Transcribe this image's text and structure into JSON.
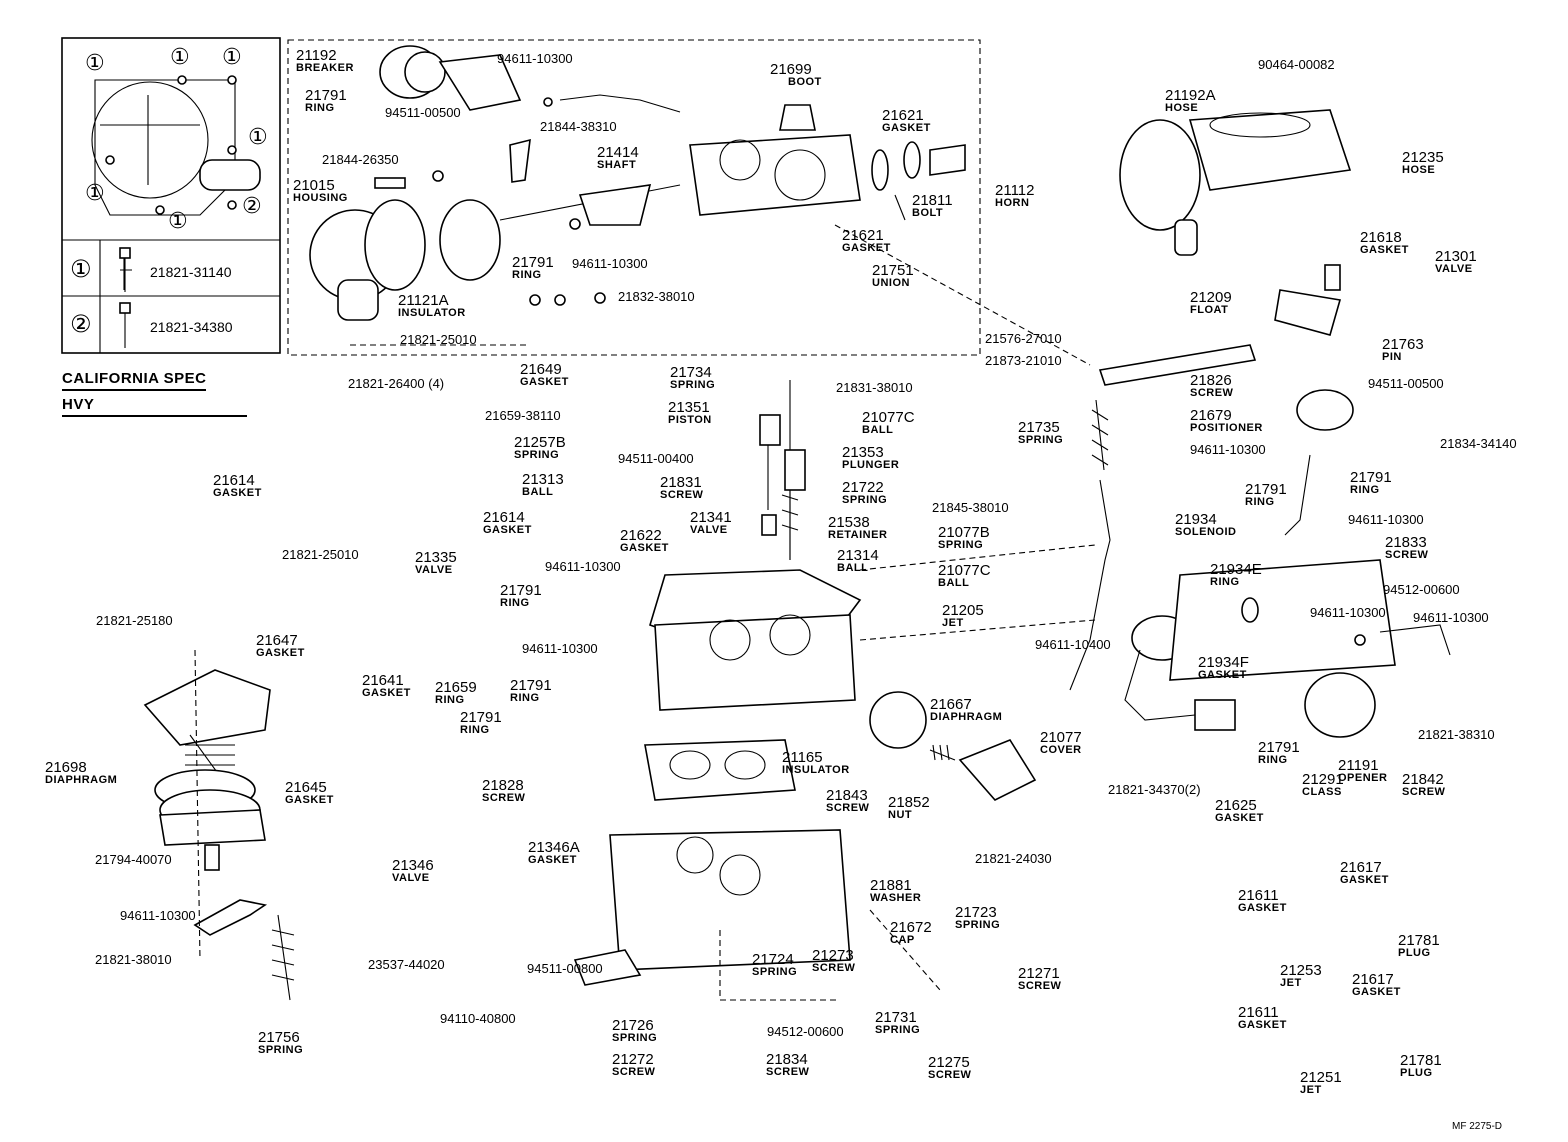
{
  "inset": {
    "mark_1": "①",
    "mark_2": "②",
    "legend": [
      {
        "mark": "①",
        "part_no": "21821-31140"
      },
      {
        "mark": "②",
        "part_no": "21821-34380"
      }
    ]
  },
  "notes": {
    "spec": "CALIFORNIA SPEC",
    "hvy": "HVY",
    "code": "MF  2275-D"
  },
  "labels": {
    "l01": {
      "num": "21192",
      "name": "BREAKER"
    },
    "l02": {
      "num": "21791",
      "name": "RING"
    },
    "l03": {
      "num": "21699",
      "name": "BOOT"
    },
    "l04": {
      "num": "21621",
      "name": "GASKET"
    },
    "l05": {
      "num": "21414",
      "name": "SHAFT"
    },
    "l06": {
      "num": "21015",
      "name": "HOUSING"
    },
    "l07": {
      "num": "21811",
      "name": "BOLT"
    },
    "l08": {
      "num": "21112",
      "name": "HORN"
    },
    "l09": {
      "num": "21621",
      "name": "GASKET"
    },
    "l10": {
      "num": "21791",
      "name": "RING"
    },
    "l11": {
      "num": "21751",
      "name": "UNION"
    },
    "l12": {
      "num": "21121A",
      "name": "INSULATOR"
    },
    "l13": {
      "num": "21192A",
      "name": "HOSE"
    },
    "l14": {
      "num": "21235",
      "name": "HOSE"
    },
    "l15": {
      "num": "21618",
      "name": "GASKET"
    },
    "l16": {
      "num": "21301",
      "name": "VALVE"
    },
    "l17": {
      "num": "21209",
      "name": "FLOAT"
    },
    "l18": {
      "num": "21763",
      "name": "PIN"
    },
    "l19": {
      "num": "21649",
      "name": "GASKET"
    },
    "l20": {
      "num": "21734",
      "name": "SPRING"
    },
    "l21": {
      "num": "21351",
      "name": "PISTON"
    },
    "l22": {
      "num": "21077C",
      "name": "BALL"
    },
    "l23": {
      "num": "21257B",
      "name": "SPRING"
    },
    "l24": {
      "num": "21353",
      "name": "PLUNGER"
    },
    "l25": {
      "num": "21313",
      "name": "BALL"
    },
    "l26": {
      "num": "21831",
      "name": "SCREW"
    },
    "l27": {
      "num": "21722",
      "name": "SPRING"
    },
    "l28": {
      "num": "21341",
      "name": "VALVE"
    },
    "l29": {
      "num": "21538",
      "name": "RETAINER"
    },
    "l30": {
      "num": "21077B",
      "name": "SPRING"
    },
    "l31": {
      "num": "21314",
      "name": "BALL"
    },
    "l32": {
      "num": "21077C",
      "name": "BALL"
    },
    "l33": {
      "num": "21205",
      "name": "JET"
    },
    "l34": {
      "num": "21622",
      "name": "GASKET"
    },
    "l35": {
      "num": "21614",
      "name": "GASKET"
    },
    "l36": {
      "num": "21614",
      "name": "GASKET"
    },
    "l37": {
      "num": "21335",
      "name": "VALVE"
    },
    "l38": {
      "num": "21641",
      "name": "GASKET"
    },
    "l39": {
      "num": "21659",
      "name": "RING"
    },
    "l40": {
      "num": "21791",
      "name": "RING"
    },
    "l41": {
      "num": "21791",
      "name": "RING"
    },
    "l42": {
      "num": "21791",
      "name": "RING"
    },
    "l43": {
      "num": "21828",
      "name": "SCREW"
    },
    "l44": {
      "num": "21647",
      "name": "GASKET"
    },
    "l45": {
      "num": "21698",
      "name": "DIAPHRAGM"
    },
    "l46": {
      "num": "21645",
      "name": "GASKET"
    },
    "l47": {
      "num": "21756",
      "name": "SPRING"
    },
    "l48": {
      "num": "21165",
      "name": "INSULATOR"
    },
    "l49": {
      "num": "21667",
      "name": "DIAPHRAGM"
    },
    "l50": {
      "num": "21077",
      "name": "COVER"
    },
    "l51": {
      "num": "21843",
      "name": "SCREW"
    },
    "l52": {
      "num": "21852",
      "name": "NUT"
    },
    "l53": {
      "num": "21881",
      "name": "WASHER"
    },
    "l54": {
      "num": "21346",
      "name": "VALVE"
    },
    "l55": {
      "num": "21346A",
      "name": "GASKET"
    },
    "l56": {
      "num": "21672",
      "name": "CAP"
    },
    "l57": {
      "num": "21723",
      "name": "SPRING"
    },
    "l58": {
      "num": "21724",
      "name": "SPRING"
    },
    "l59": {
      "num": "21273",
      "name": "SCREW"
    },
    "l60": {
      "num": "21271",
      "name": "SCREW"
    },
    "l61": {
      "num": "21726",
      "name": "SPRING"
    },
    "l62": {
      "num": "21731",
      "name": "SPRING"
    },
    "l63": {
      "num": "21272",
      "name": "SCREW"
    },
    "l64": {
      "num": "21834",
      "name": "SCREW"
    },
    "l65": {
      "num": "21275",
      "name": "SCREW"
    },
    "l66": {
      "num": "21826",
      "name": "SCREW"
    },
    "l67": {
      "num": "21679",
      "name": "POSITIONER"
    },
    "l68": {
      "num": "21735",
      "name": "SPRING"
    },
    "l69": {
      "num": "21791",
      "name": "RING"
    },
    "l70": {
      "num": "21791",
      "name": "RING"
    },
    "l71": {
      "num": "21934",
      "name": "SOLENOID"
    },
    "l72": {
      "num": "21833",
      "name": "SCREW"
    },
    "l73": {
      "num": "21934E",
      "name": "RING"
    },
    "l74": {
      "num": "21934F",
      "name": "GASKET"
    },
    "l75": {
      "num": "21791",
      "name": "RING"
    },
    "l76": {
      "num": "21191",
      "name": "OPENER"
    },
    "l77": {
      "num": "21291",
      "name": "CLASS"
    },
    "l78": {
      "num": "21842",
      "name": "SCREW"
    },
    "l79": {
      "num": "21625",
      "name": "GASKET"
    },
    "l80": {
      "num": "21617",
      "name": "GASKET"
    },
    "l81": {
      "num": "21611",
      "name": "GASKET"
    },
    "l82": {
      "num": "21781",
      "name": "PLUG"
    },
    "l83": {
      "num": "21253",
      "name": "JET"
    },
    "l84": {
      "num": "21617",
      "name": "GASKET"
    },
    "l85": {
      "num": "21611",
      "name": "GASKET"
    },
    "l86": {
      "num": "21781",
      "name": "PLUG"
    },
    "l87": {
      "num": "21251",
      "name": "JET"
    }
  },
  "part_numbers": {
    "p01": "94611-10300",
    "p02": "21844-38310",
    "p03": "94511-00500",
    "p04": "21844-26350",
    "p05": "94611-10300",
    "p06": "21832-38010",
    "p07": "21821-25010",
    "p08": "90464-00082",
    "p09": "21576-27010",
    "p10": "21873-21010",
    "p11": "21821-26400 (4)",
    "p12": "21659-38110",
    "p13": "21831-38010",
    "p14": "94511-00400",
    "p15": "21845-38010",
    "p16": "94511-00500",
    "p17": "21834-34140",
    "p18": "94611-10300",
    "p19": "94611-10300",
    "p20": "21821-25010",
    "p21": "94611-10300",
    "p22": "21821-25180",
    "p23": "94611-10300",
    "p24": "94611-10400",
    "p25": "94512-00600",
    "p26": "94611-10300",
    "p27": "94611-10300",
    "p28": "21821-38310",
    "p29": "21821-34370(2)",
    "p30": "21821-24030",
    "p31": "21794-40070",
    "p32": "94611-10300",
    "p33": "21821-38010",
    "p34": "23537-44020",
    "p35": "94511-00800",
    "p36": "94110-40800",
    "p37": "94512-00600"
  }
}
